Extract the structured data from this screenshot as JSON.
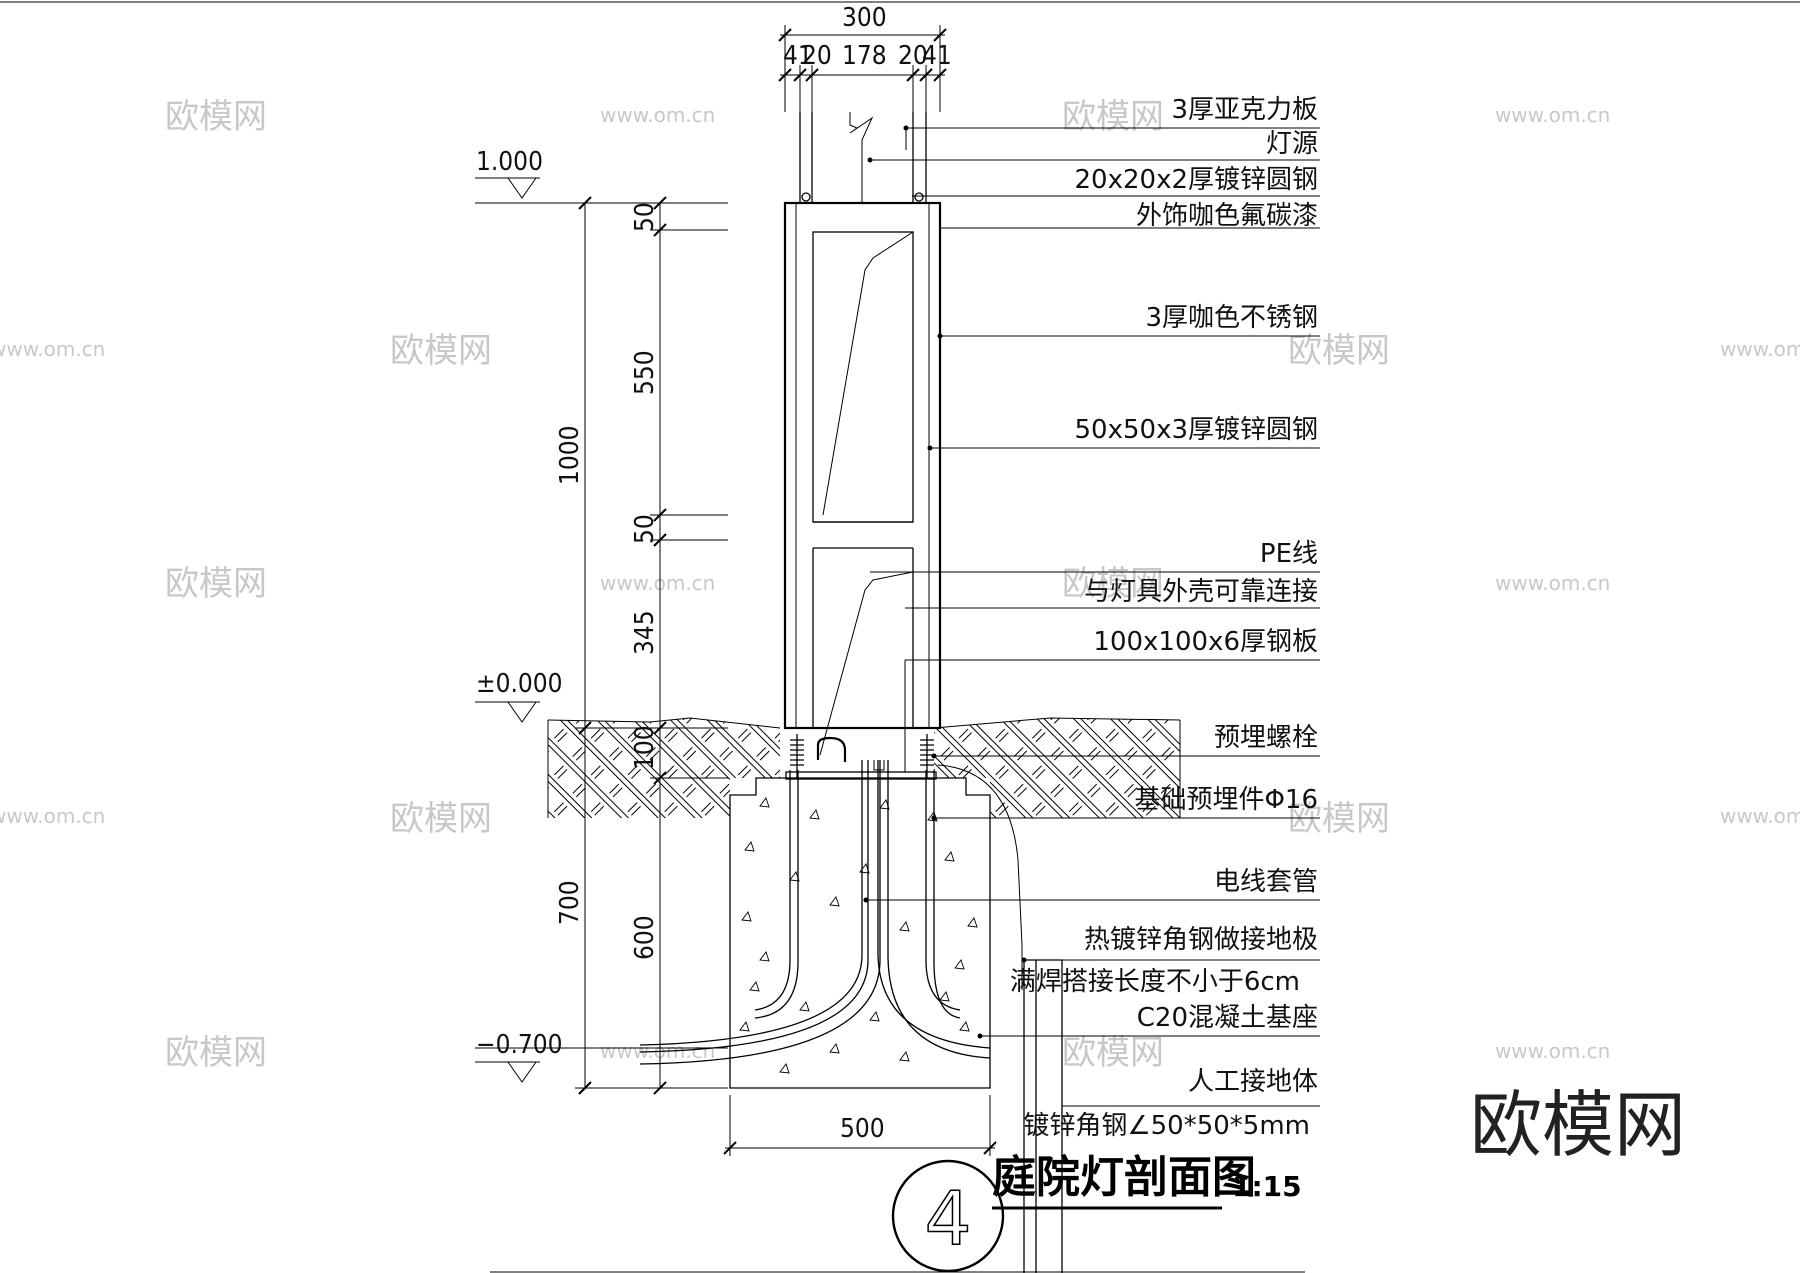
{
  "drawing": {
    "title": "庭院灯剖面图",
    "scale": "1:15",
    "detail_number": "4",
    "elevations": {
      "top": "1.000",
      "ground": "±0.000",
      "bottom": "−0.700"
    },
    "top_dims": {
      "overall": "300",
      "parts": [
        "41",
        "20",
        "178",
        "20",
        "41"
      ]
    },
    "left_dims": {
      "outer": [
        "1000",
        "700"
      ],
      "inner": [
        "50",
        "550",
        "50",
        "345",
        "100",
        "600"
      ]
    },
    "bottom_dim": "500",
    "labels": [
      "3厚亚克力板",
      "灯源",
      "20x20x2厚镀锌圆钢",
      "外饰咖色氟碳漆",
      "3厚咖色不锈钢",
      "50x50x3厚镀锌圆钢",
      "PE线",
      "与灯具外壳可靠连接",
      "100x100x6厚钢板",
      "预埋螺栓",
      "基础预埋件Φ16",
      "电线套管",
      "热镀锌角钢做接地极",
      "满焊搭接长度不小于6cm",
      "C20混凝土基座",
      "人工接地体",
      "镀锌角钢∠50*50*5mm"
    ]
  },
  "watermark": {
    "brand": "欧模网",
    "url": "www.om.cn"
  }
}
